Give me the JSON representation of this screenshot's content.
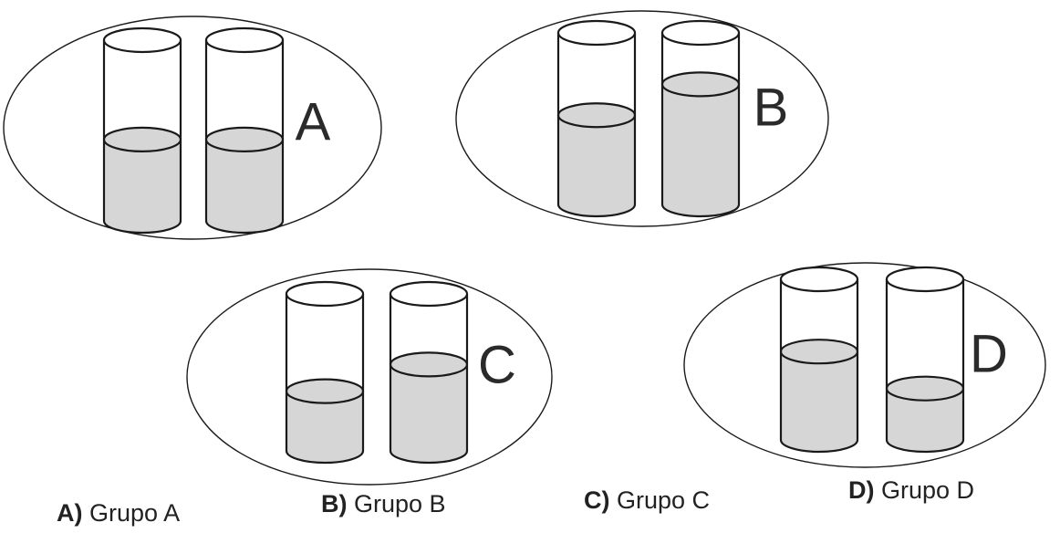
{
  "groups": [
    {
      "label": "A",
      "levels": [
        0.45,
        0.45
      ]
    },
    {
      "label": "B",
      "levels": [
        0.52,
        0.7
      ]
    },
    {
      "label": "C",
      "levels": [
        0.38,
        0.55
      ]
    },
    {
      "label": "D",
      "levels": [
        0.55,
        0.32
      ]
    }
  ],
  "options": [
    {
      "letter": "A)",
      "text": "Grupo A"
    },
    {
      "letter": "B)",
      "text": "Grupo B"
    },
    {
      "letter": "C)",
      "text": "Grupo C"
    },
    {
      "letter": "D)",
      "text": "Grupo D"
    }
  ],
  "colors": {
    "liquid": "#d6d6d6",
    "stroke": "#1a1a1a",
    "background": "#ffffff"
  }
}
